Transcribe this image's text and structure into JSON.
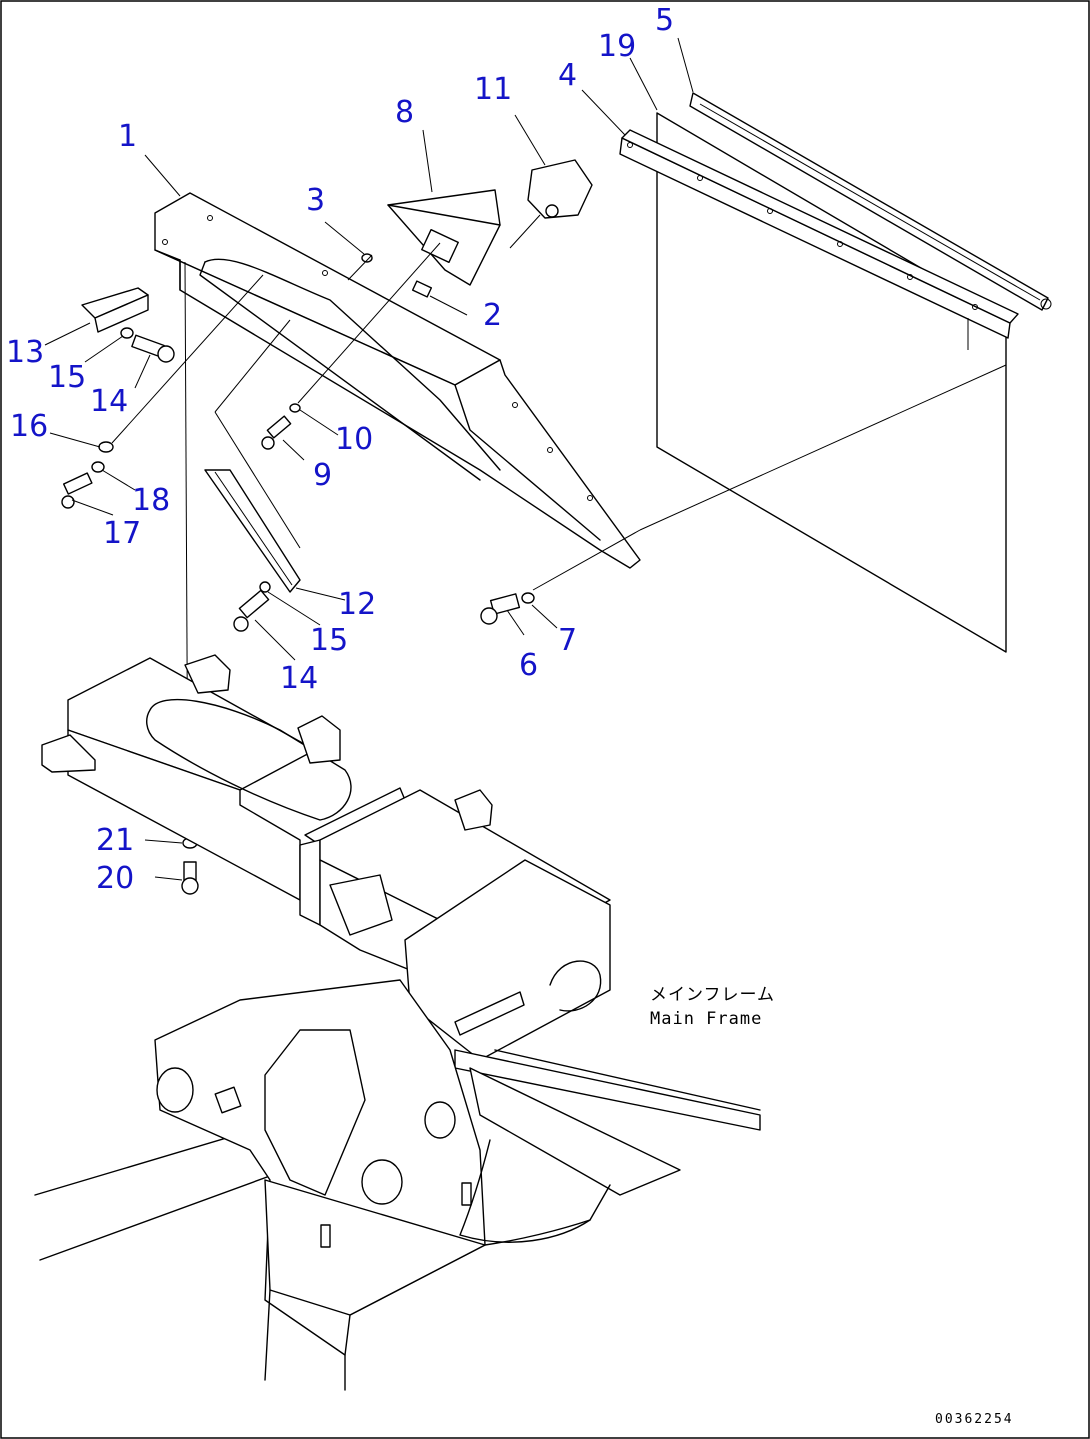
{
  "callouts": [
    "1",
    "2",
    "3",
    "4",
    "5",
    "6",
    "7",
    "8",
    "9",
    "10",
    "11",
    "12",
    "13",
    "14",
    "15",
    "16",
    "17",
    "18",
    "19",
    "20",
    "21",
    "15",
    "14"
  ],
  "main_frame_label": {
    "japanese": "メインフレーム",
    "english": "Main Frame"
  },
  "drawing_code": "00362254",
  "colors": {
    "callout": "#1414c8",
    "line": "#000000",
    "background": "#ffffff"
  }
}
